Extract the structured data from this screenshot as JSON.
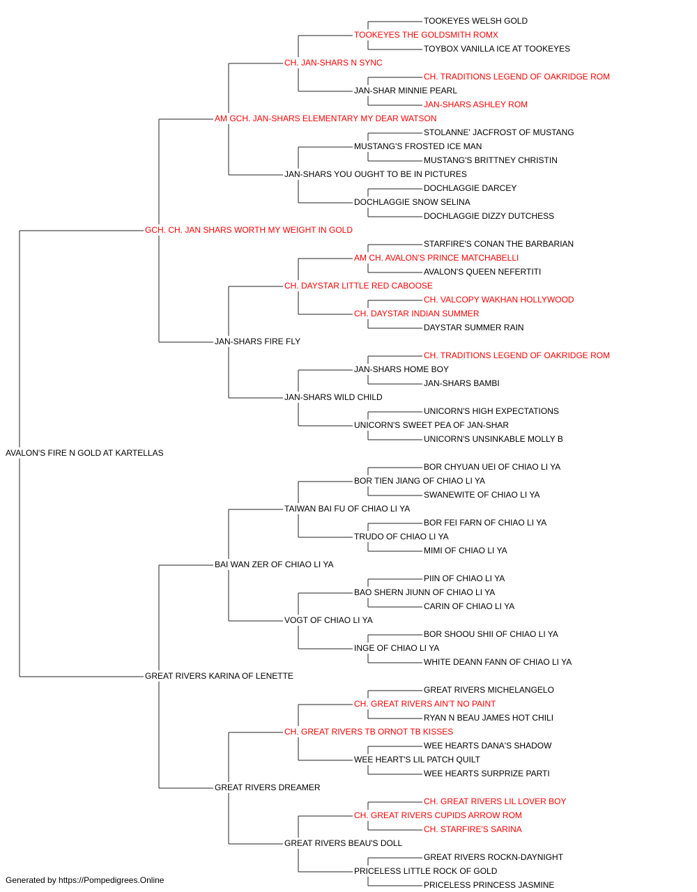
{
  "colors": {
    "champion": "#ff0000",
    "normal": "#000000",
    "connector": "#222222"
  },
  "pedigree": {
    "name": "AVALON'S FIRE N GOLD AT KARTELLAS",
    "champion": false,
    "sire": {
      "name": "GCH. CH. JAN SHARS WORTH MY WEIGHT IN GOLD",
      "champion": true,
      "sire": {
        "name": "AM GCH. JAN-SHARS ELEMENTARY MY DEAR WATSON",
        "champion": true,
        "sire": {
          "name": "CH. JAN-SHARS N SYNC",
          "champion": true,
          "sire": {
            "name": "TOOKEYES THE GOLDSMITH ROMX",
            "champion": true,
            "sire": {
              "name": "TOOKEYES WELSH GOLD",
              "champion": false
            },
            "dam": {
              "name": "TOYBOX VANILLA ICE AT TOOKEYES",
              "champion": false
            }
          },
          "dam": {
            "name": "JAN-SHAR MINNIE PEARL",
            "champion": false,
            "sire": {
              "name": "CH. TRADITIONS LEGEND OF OAKRIDGE ROM",
              "champion": true
            },
            "dam": {
              "name": "JAN-SHARS ASHLEY ROM",
              "champion": true
            }
          }
        },
        "dam": {
          "name": "JAN-SHARS YOU OUGHT TO BE IN PICTURES",
          "champion": false,
          "sire": {
            "name": "MUSTANG'S FROSTED ICE MAN",
            "champion": false,
            "sire": {
              "name": "STOLANNE' JACFROST OF MUSTANG",
              "champion": false
            },
            "dam": {
              "name": "MUSTANG'S BRITTNEY CHRISTIN",
              "champion": false
            }
          },
          "dam": {
            "name": "DOCHLAGGIE SNOW SELINA",
            "champion": false,
            "sire": {
              "name": "DOCHLAGGIE DARCEY",
              "champion": false
            },
            "dam": {
              "name": "DOCHLAGGIE DIZZY DUTCHESS",
              "champion": false
            }
          }
        }
      },
      "dam": {
        "name": "JAN-SHARS FIRE FLY",
        "champion": false,
        "sire": {
          "name": "CH. DAYSTAR LITTLE RED CABOOSE",
          "champion": true,
          "sire": {
            "name": "AM CH. AVALON'S PRINCE MATCHABELLI",
            "champion": true,
            "sire": {
              "name": "STARFIRE'S CONAN THE BARBARIAN",
              "champion": false
            },
            "dam": {
              "name": "AVALON'S QUEEN NEFERTITI",
              "champion": false
            }
          },
          "dam": {
            "name": "CH. DAYSTAR INDIAN SUMMER",
            "champion": true,
            "sire": {
              "name": "CH. VALCOPY WAKHAN HOLLYWOOD",
              "champion": true
            },
            "dam": {
              "name": "DAYSTAR SUMMER RAIN",
              "champion": false
            }
          }
        },
        "dam": {
          "name": "JAN-SHARS WILD CHILD",
          "champion": false,
          "sire": {
            "name": "JAN-SHARS HOME BOY",
            "champion": false,
            "sire": {
              "name": "CH. TRADITIONS LEGEND OF OAKRIDGE ROM",
              "champion": true
            },
            "dam": {
              "name": "JAN-SHARS BAMBI",
              "champion": false
            }
          },
          "dam": {
            "name": "UNICORN'S SWEET PEA OF JAN-SHAR",
            "champion": false,
            "sire": {
              "name": "UNICORN'S HIGH EXPECTATIONS",
              "champion": false
            },
            "dam": {
              "name": "UNICORN'S UNSINKABLE MOLLY B",
              "champion": false
            }
          }
        }
      }
    },
    "dam": {
      "name": "GREAT RIVERS KARINA OF LENETTE",
      "champion": false,
      "sire": {
        "name": "BAI WAN ZER OF CHIAO LI YA",
        "champion": false,
        "sire": {
          "name": "TAIWAN BAI FU OF CHIAO LI YA",
          "champion": false,
          "sire": {
            "name": "BOR TIEN JIANG OF CHIAO LI YA",
            "champion": false,
            "sire": {
              "name": "BOR CHYUAN UEI OF CHIAO LI YA",
              "champion": false
            },
            "dam": {
              "name": "SWANEWITE OF CHIAO LI YA",
              "champion": false
            }
          },
          "dam": {
            "name": "TRUDO OF CHIAO LI YA",
            "champion": false,
            "sire": {
              "name": "BOR FEI FARN OF CHIAO LI YA",
              "champion": false
            },
            "dam": {
              "name": "MIMI OF CHIAO LI YA",
              "champion": false
            }
          }
        },
        "dam": {
          "name": "VOGT OF CHIAO LI YA",
          "champion": false,
          "sire": {
            "name": "BAO SHERN JIUNN OF CHIAO LI YA",
            "champion": false,
            "sire": {
              "name": "PIIN OF CHIAO LI YA",
              "champion": false
            },
            "dam": {
              "name": "CARIN OF CHIAO LI YA",
              "champion": false
            }
          },
          "dam": {
            "name": "INGE OF CHIAO LI YA",
            "champion": false,
            "sire": {
              "name": "BOR SHOOU SHII OF CHIAO LI YA",
              "champion": false
            },
            "dam": {
              "name": "WHITE DEANN FANN OF CHIAO LI YA",
              "champion": false
            }
          }
        }
      },
      "dam": {
        "name": "GREAT RIVERS DREAMER",
        "champion": false,
        "sire": {
          "name": "CH. GREAT RIVERS TB ORNOT TB KISSES",
          "champion": true,
          "sire": {
            "name": "CH. GREAT RIVERS AIN'T NO PAINT",
            "champion": true,
            "sire": {
              "name": "GREAT RIVERS MICHELANGELO",
              "champion": false
            },
            "dam": {
              "name": "RYAN N BEAU JAMES HOT CHILI",
              "champion": false
            }
          },
          "dam": {
            "name": "WEE HEART'S LIL PATCH QUILT",
            "champion": false,
            "sire": {
              "name": "WEE HEARTS DANA'S SHADOW",
              "champion": false
            },
            "dam": {
              "name": "WEE HEARTS SURPRIZE PARTI",
              "champion": false
            }
          }
        },
        "dam": {
          "name": "GREAT RIVERS BEAU'S DOLL",
          "champion": false,
          "sire": {
            "name": "CH. GREAT RIVERS CUPIDS ARROW ROM",
            "champion": true,
            "sire": {
              "name": "CH. GREAT RIVERS LIL LOVER BOY",
              "champion": true
            },
            "dam": {
              "name": "CH. STARFIRE'S SARINA",
              "champion": true
            }
          },
          "dam": {
            "name": "PRICELESS LITTLE ROCK OF GOLD",
            "champion": false,
            "sire": {
              "name": "GREAT RIVERS ROCKN-DAYNIGHT",
              "champion": false
            },
            "dam": {
              "name": "PRICELESS PRINCESS JASMINE",
              "champion": false
            }
          }
        }
      }
    }
  },
  "footer": {
    "text": "Generated by https://Pompedigrees.Online"
  }
}
